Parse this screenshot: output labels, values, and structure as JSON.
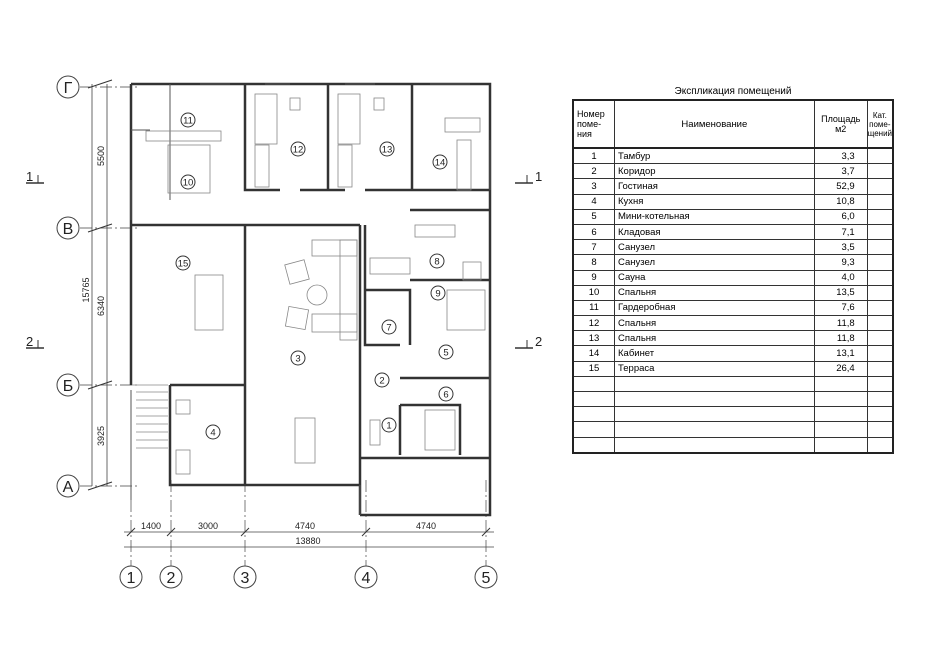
{
  "axes": {
    "rows": [
      "Г",
      "В",
      "Б",
      "А"
    ],
    "cols": [
      "1",
      "2",
      "3",
      "4",
      "5"
    ]
  },
  "dims": {
    "left": [
      "5500",
      "6340",
      "3925"
    ],
    "left_total": "15765",
    "bottom": [
      "1400",
      "3000",
      "4740",
      "4740"
    ],
    "bottom_total": "13880"
  },
  "sections": [
    "1",
    "2"
  ],
  "rooms": [
    "1",
    "2",
    "3",
    "4",
    "5",
    "6",
    "7",
    "8",
    "9",
    "10",
    "11",
    "12",
    "13",
    "14",
    "15"
  ],
  "table": {
    "title": "Экспликация помещений",
    "headers": [
      "Номер поме-ния",
      "Наименование",
      "Площадь м2",
      "Кат. поме-щений"
    ],
    "rows": [
      [
        "1",
        "Тамбур",
        "3,3"
      ],
      [
        "2",
        "Коридор",
        "3,7"
      ],
      [
        "3",
        "Гостиная",
        "52,9"
      ],
      [
        "4",
        "Кухня",
        "10,8"
      ],
      [
        "5",
        "Мини-котельная",
        "6,0"
      ],
      [
        "6",
        "Кладовая",
        "7,1"
      ],
      [
        "7",
        "Санузел",
        "3,5"
      ],
      [
        "8",
        "Санузел",
        "9,3"
      ],
      [
        "9",
        "Сауна",
        "4,0"
      ],
      [
        "10",
        "Спальня",
        "13,5"
      ],
      [
        "11",
        "Гардеробная",
        "7,6"
      ],
      [
        "12",
        "Спальня",
        "11,8"
      ],
      [
        "13",
        "Спальня",
        "11,8"
      ],
      [
        "14",
        "Кабинет",
        "13,1"
      ],
      [
        "15",
        "Терраса",
        "26,4"
      ]
    ],
    "empty_rows": 5
  }
}
